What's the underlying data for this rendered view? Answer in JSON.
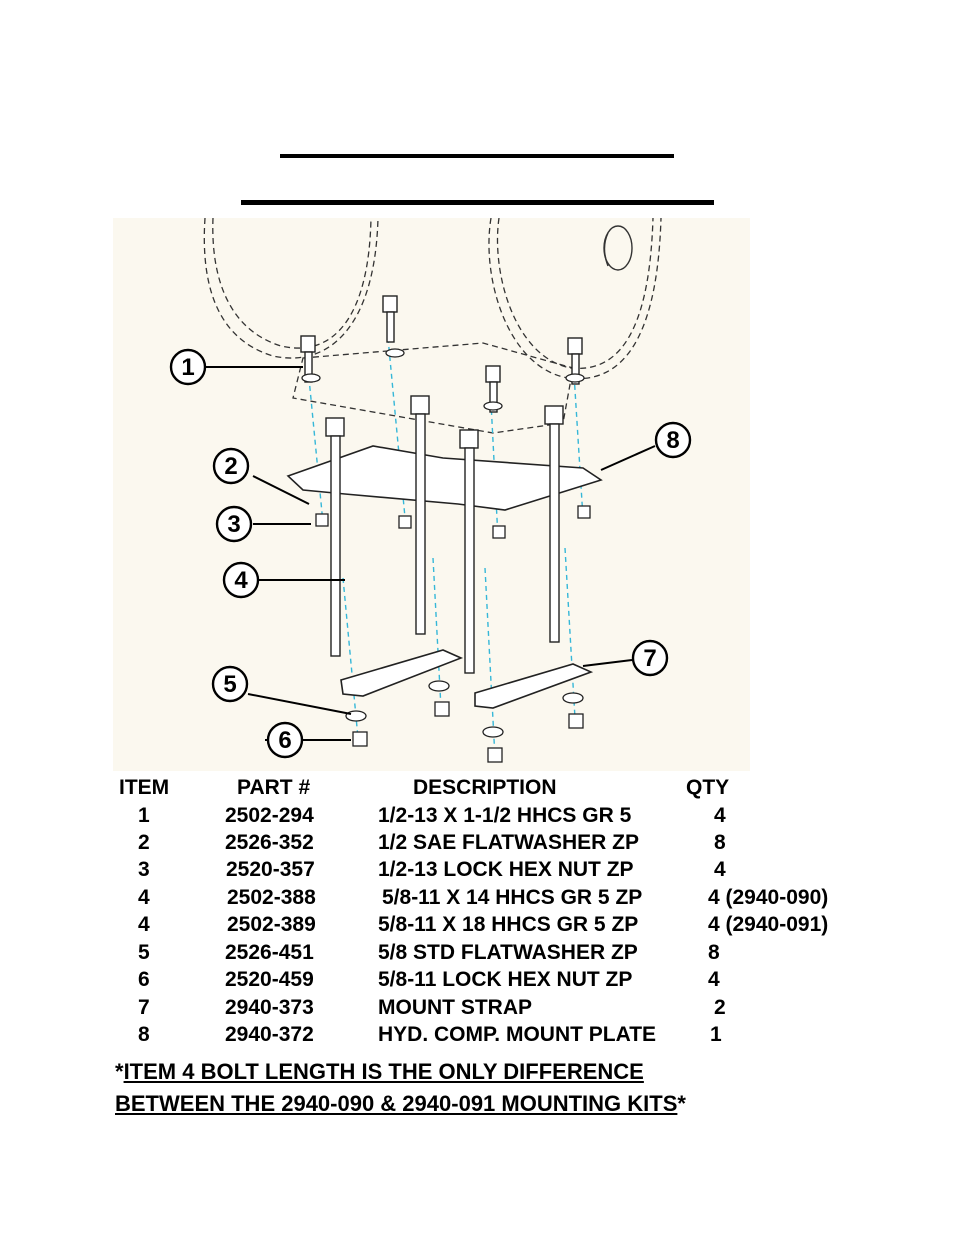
{
  "callouts": [
    "1",
    "2",
    "3",
    "4",
    "5",
    "6",
    "7",
    "8"
  ],
  "table": {
    "headers": {
      "item": "ITEM",
      "part": "PART #",
      "description": "DESCRIPTION",
      "qty": "QTY"
    },
    "rows": [
      {
        "item": "1",
        "part": "2502-294",
        "description": "1/2-13 X 1-1/2 HHCS GR 5",
        "qty": "4"
      },
      {
        "item": "2",
        "part": "2526-352",
        "description": "1/2 SAE FLATWASHER ZP",
        "qty": "8"
      },
      {
        "item": "3",
        "part": "2520-357",
        "description": "1/2-13 LOCK HEX NUT ZP",
        "qty": "4"
      },
      {
        "item": "4",
        "part": "2502-388",
        "description": "5/8-11 X 14 HHCS GR 5 ZP",
        "qty": "4 (2940-090)"
      },
      {
        "item": "4",
        "part": "2502-389",
        "description": "5/8-11 X 18 HHCS GR 5 ZP",
        "qty": "4 (2940-091)"
      },
      {
        "item": "5",
        "part": "2526-451",
        "description": "5/8 STD FLATWASHER ZP",
        "qty": "8"
      },
      {
        "item": "6",
        "part": "2520-459",
        "description": "5/8-11 LOCK HEX NUT ZP",
        "qty": "4"
      },
      {
        "item": "7",
        "part": "2940-373",
        "description": "MOUNT STRAP",
        "qty": "2"
      },
      {
        "item": "8",
        "part": "2940-372",
        "description": "HYD. COMP. MOUNT PLATE",
        "qty": "1"
      }
    ]
  },
  "note": {
    "prefix": "*",
    "line1": "ITEM 4 BOLT LENGTH IS THE ONLY DIFFERENCE ",
    "line2": "BETWEEN THE 2940-090 & 2940-091 MOUNTING KITS",
    "suffix": "*"
  }
}
